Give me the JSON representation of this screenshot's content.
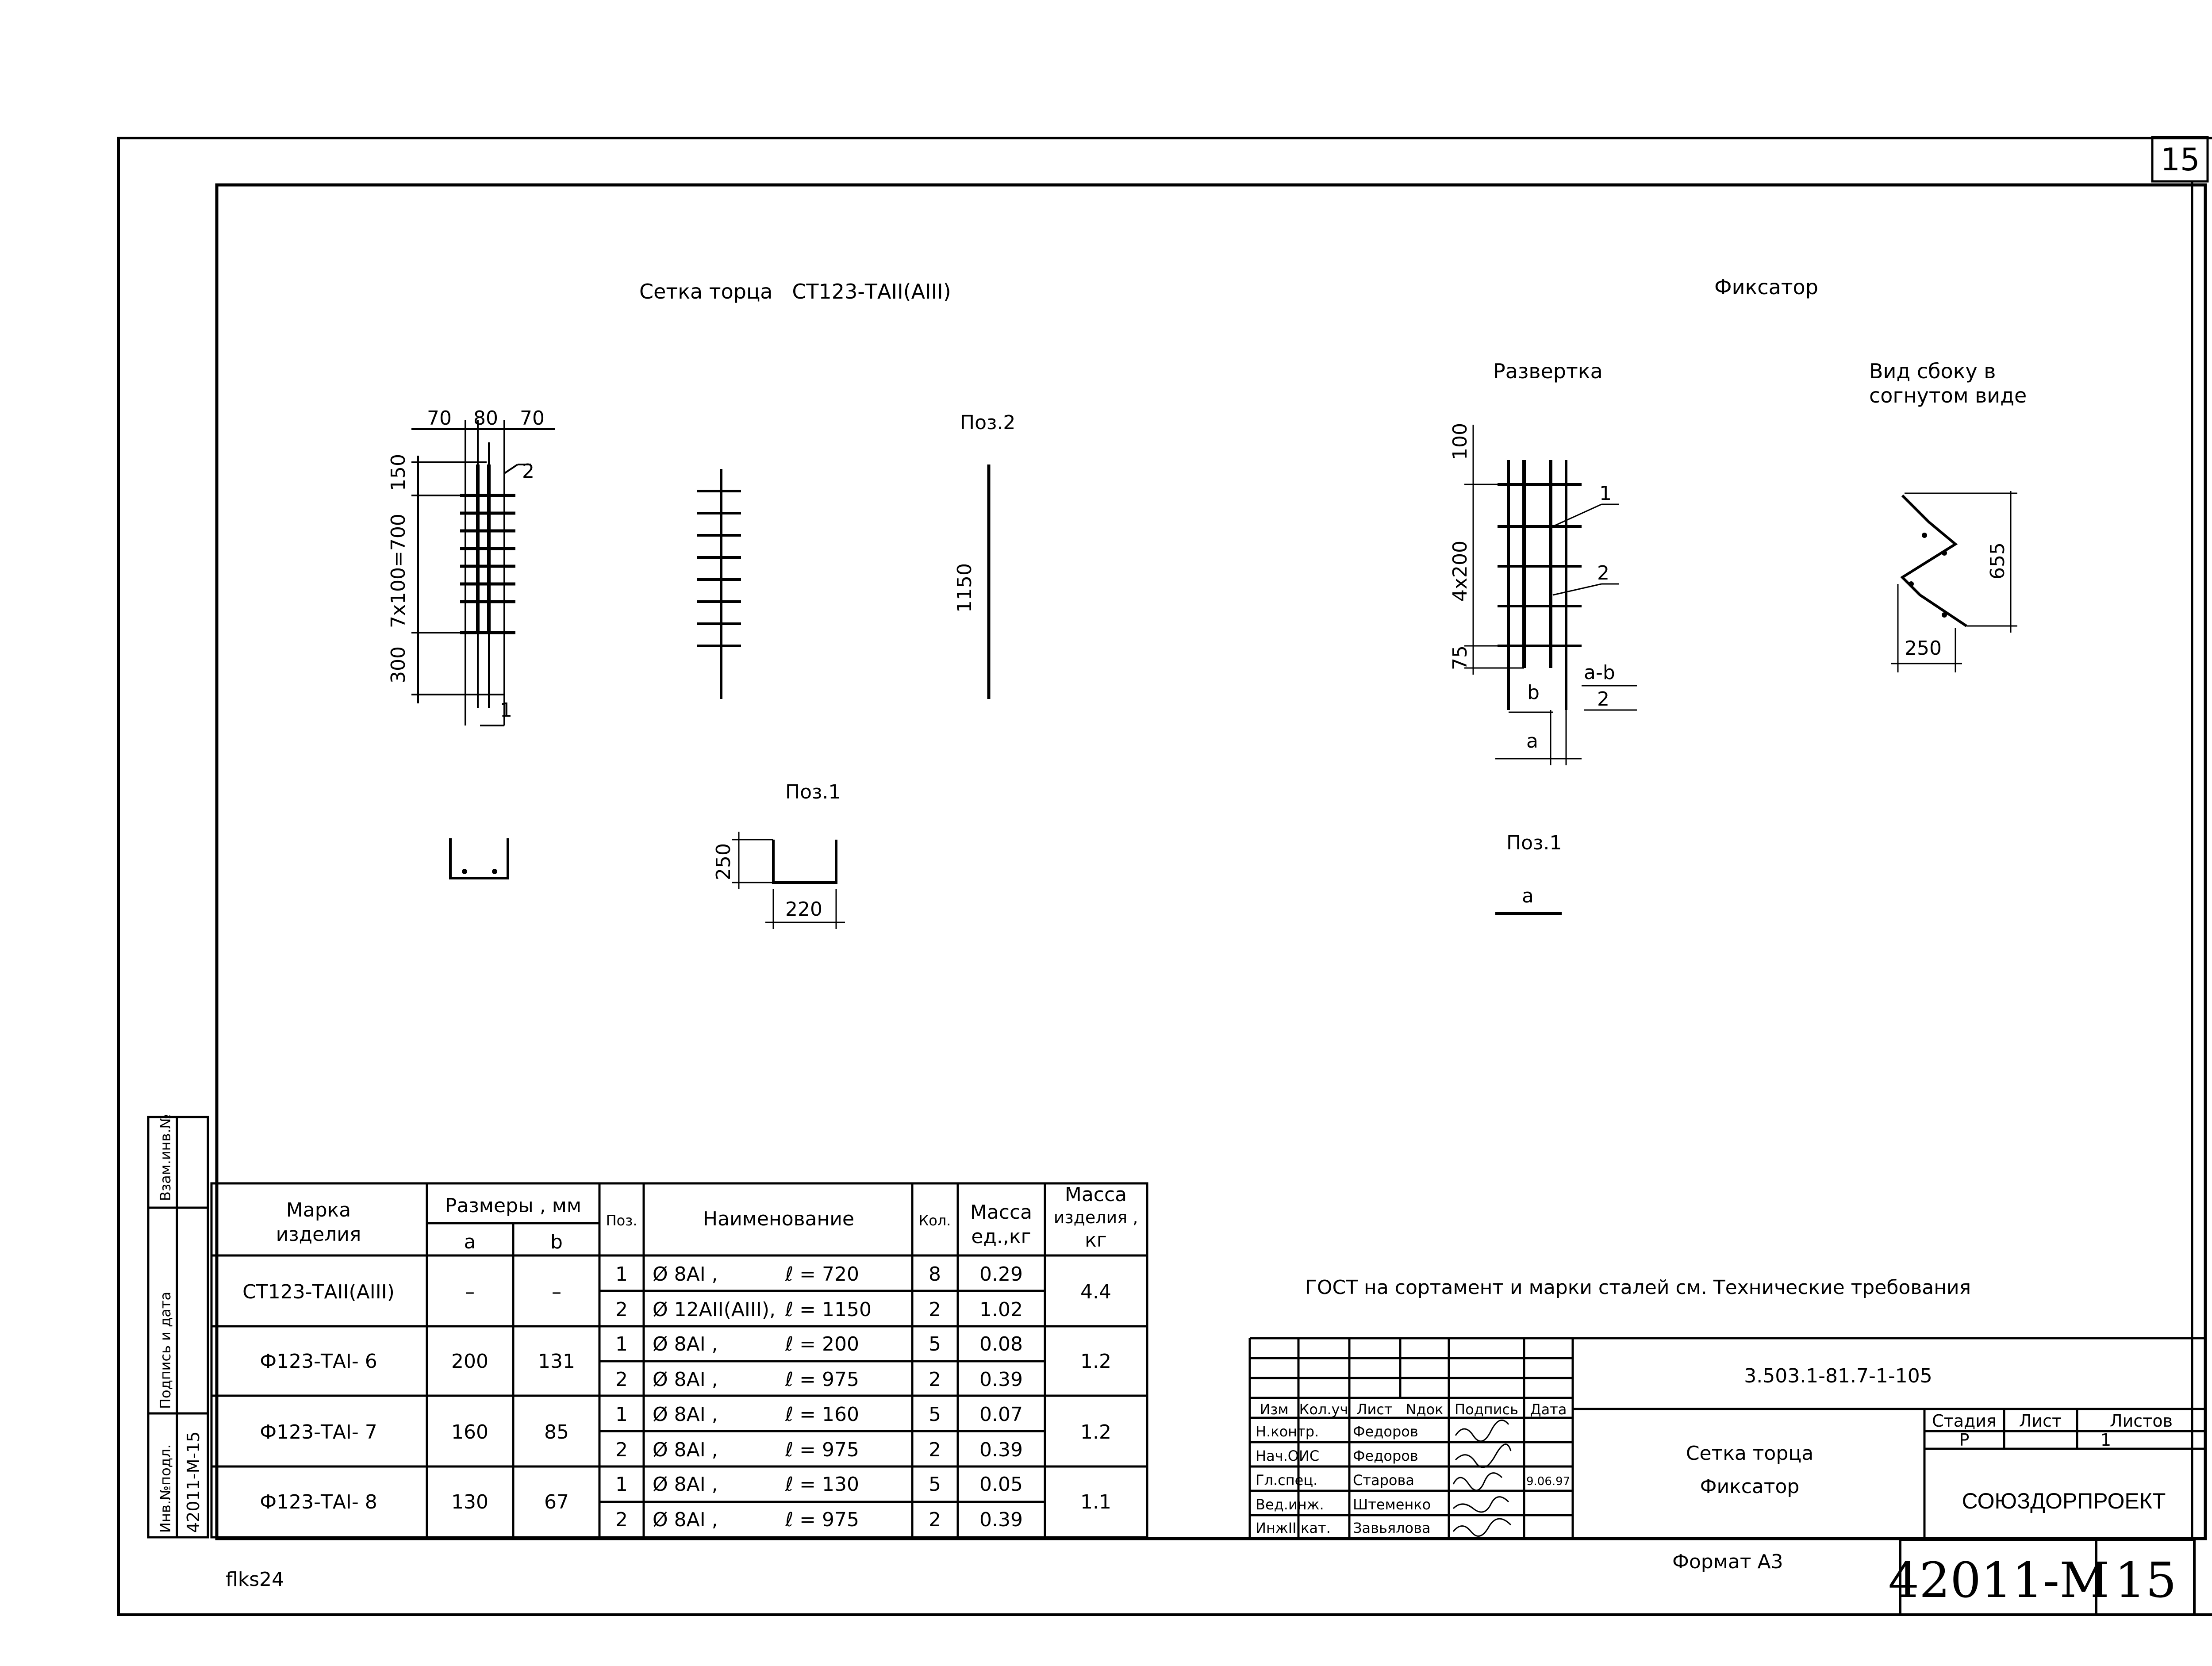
{
  "sheet_number_corner": "15",
  "titles": {
    "mesh": "Сетка торца   СТ123-ТАII(АIII)",
    "fixator": "Фиксатор",
    "razvertka": "Развертка",
    "side_view_1": "Вид сбоку в",
    "side_view_2": "согнутом виде"
  },
  "mesh_dims": {
    "top": [
      "70",
      "80",
      "70"
    ],
    "d150": "150",
    "d7x100": "7х100=700",
    "d300": "300",
    "pos2_callout": "2",
    "pos1_callout": "1"
  },
  "pos2": {
    "label": "Поз.2",
    "length": "1150"
  },
  "pos1": {
    "label": "Поз.1",
    "height": "250",
    "width": "220"
  },
  "fixator_dims": {
    "d100": "100",
    "d4x200": "4х200",
    "d75": "75",
    "b": "b",
    "a": "a",
    "amb": "a-b",
    "two": "2",
    "callout1": "1",
    "callout2": "2",
    "side655": "655",
    "side250": "250",
    "pos1_label": "Поз.1",
    "pos1_a": "a"
  },
  "gost_note": "ГОСТ на сортамент и марки сталей см. Технические требования",
  "spec_table": {
    "headers": {
      "mark": "Марка",
      "mark2": "изделия",
      "sizes": "Размеры , мм",
      "a": "a",
      "b": "b",
      "pos": "Поз.",
      "name": "Наименование",
      "qty": "Кол.",
      "mass_unit": "Масса",
      "mass_unit2": "ед.,кг",
      "mass_item": "Масса",
      "mass_item2": "изделия ,",
      "mass_item3": "кг"
    },
    "groups": [
      {
        "mark": "СТ123-ТАII(АIII)",
        "a": "–",
        "b": "–",
        "mass": "4.4",
        "rows": [
          {
            "pos": "1",
            "dia": "Ø 8АI ,",
            "len": "ℓ = 720",
            "qty": "8",
            "mass": "0.29"
          },
          {
            "pos": "2",
            "dia": "Ø 12АII(АIII),",
            "len": "ℓ = 1150",
            "qty": "2",
            "mass": "1.02"
          }
        ]
      },
      {
        "mark": "Ф123-ТАI- 6",
        "a": "200",
        "b": "131",
        "mass": "1.2",
        "rows": [
          {
            "pos": "1",
            "dia": "Ø 8АI ,",
            "len": "ℓ = 200",
            "qty": "5",
            "mass": "0.08"
          },
          {
            "pos": "2",
            "dia": "Ø 8АI ,",
            "len": "ℓ = 975",
            "qty": "2",
            "mass": "0.39"
          }
        ]
      },
      {
        "mark": "Ф123-ТАI- 7",
        "a": "160",
        "b": "85",
        "mass": "1.2",
        "rows": [
          {
            "pos": "1",
            "dia": "Ø 8АI ,",
            "len": "ℓ = 160",
            "qty": "5",
            "mass": "0.07"
          },
          {
            "pos": "2",
            "dia": "Ø 8АI ,",
            "len": "ℓ = 975",
            "qty": "2",
            "mass": "0.39"
          }
        ]
      },
      {
        "mark": "Ф123-ТАI- 8",
        "a": "130",
        "b": "67",
        "mass": "1.1",
        "rows": [
          {
            "pos": "1",
            "dia": "Ø 8АI ,",
            "len": "ℓ = 130",
            "qty": "5",
            "mass": "0.05"
          },
          {
            "pos": "2",
            "dia": "Ø 8АI ,",
            "len": "ℓ = 975",
            "qty": "2",
            "mass": "0.39"
          }
        ]
      }
    ]
  },
  "side_strip": {
    "vzam": "Взам.инв.№",
    "podpis": "Подпись и дата",
    "inv": "Инв.№подл.",
    "inv_value": "42011-М-15"
  },
  "title_block": {
    "doc_code": "3.503.1-81.7-1-105",
    "headers": [
      "Изм",
      "Кол.уч",
      "Лист",
      "Nдок",
      "Подпись",
      "Дата"
    ],
    "roles": [
      {
        "role": "Н.контр.",
        "name": "Федоров",
        "date": ""
      },
      {
        "role": "Нач.ОИС",
        "name": "Федоров",
        "date": ""
      },
      {
        "role": "Гл.спец.",
        "name": "Старова",
        "date": "9.06.97"
      },
      {
        "role": "Вед.инж.",
        "name": "Штеменко",
        "date": ""
      },
      {
        "role": "ИнжIIIкат.",
        "name": "Завьялова",
        "date": ""
      }
    ],
    "name_1": "Сетка торца",
    "name_2": "Фиксатор",
    "stage_h": "Стадия",
    "sheet_h": "Лист",
    "sheets_h": "Листов",
    "stage": "Р",
    "sheets": "1",
    "org": "СОЮЗДОРПРОЕКТ",
    "format": "Формат А3",
    "stamp_code": "42011-М",
    "stamp_sheet": "15"
  },
  "file_code": "flks24"
}
